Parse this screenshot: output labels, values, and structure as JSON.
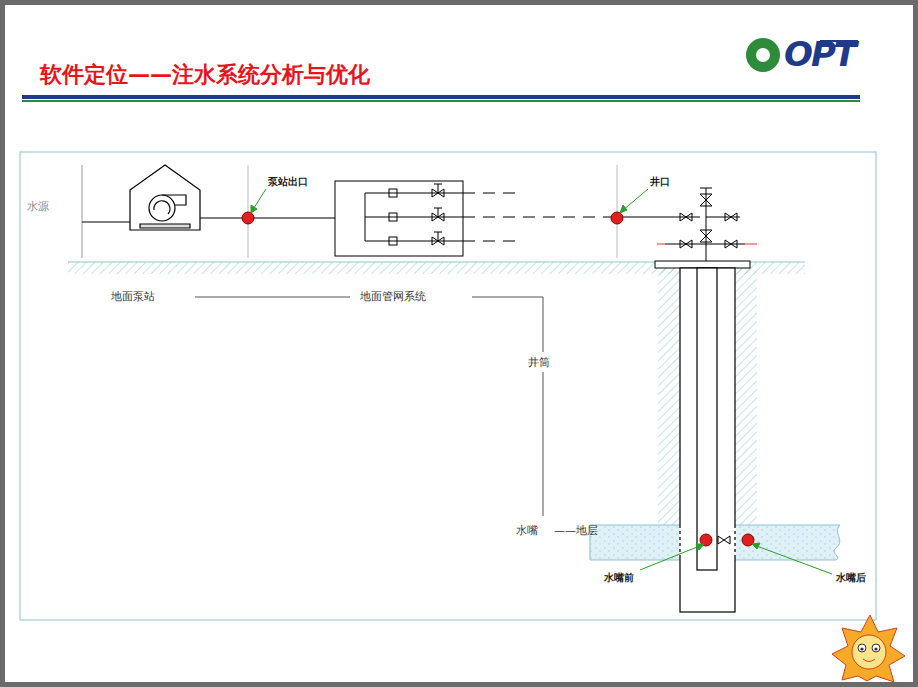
{
  "diagram": {
    "title": "软件定位——注水系统分析与优化",
    "labels": [
      "OPT",
      "水源",
      "泵站出口",
      "井口",
      "地面泵站",
      "地面管网系统",
      "井筒",
      "水嘴",
      "——地层",
      "水嘴前",
      "水嘴后"
    ]
  }
}
